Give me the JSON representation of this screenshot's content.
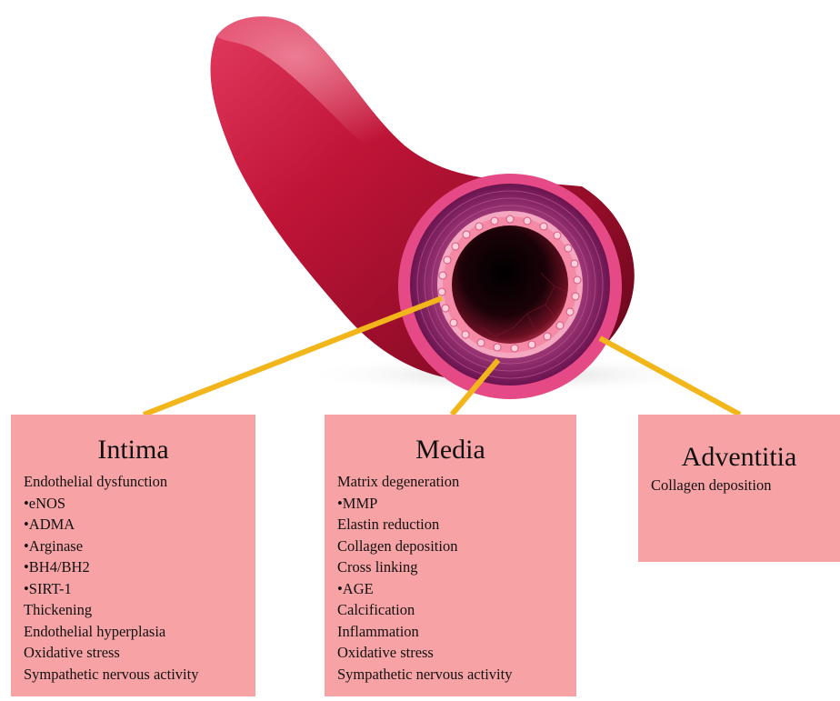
{
  "layers": [
    {
      "id": "intima",
      "title": "Intima",
      "items": [
        "Endothelial dysfunction",
        "•eNOS",
        "•ADMA",
        "•Arginase",
        "•BH4/BH2",
        "•SIRT-1",
        "Thickening",
        "Endothelial hyperplasia",
        "Oxidative stress",
        "Sympathetic nervous activity"
      ]
    },
    {
      "id": "media",
      "title": "Media",
      "items": [
        "Matrix degeneration",
        "•MMP",
        "Elastin reduction",
        "Collagen deposition",
        "Cross linking",
        "•AGE",
        "Calcification",
        "Inflammation",
        "Oxidative stress",
        "Sympathetic nervous activity"
      ]
    },
    {
      "id": "adventitia",
      "title": "Adventitia",
      "items": [
        "Collagen deposition"
      ]
    }
  ],
  "colors": {
    "box_fill": "#f7a3a6",
    "connector": "#f2b61b",
    "vessel_outer": "#a8102e",
    "intima_ring": "#f07a97",
    "media_ring": "#7a1a55",
    "lumen": "#000000"
  }
}
